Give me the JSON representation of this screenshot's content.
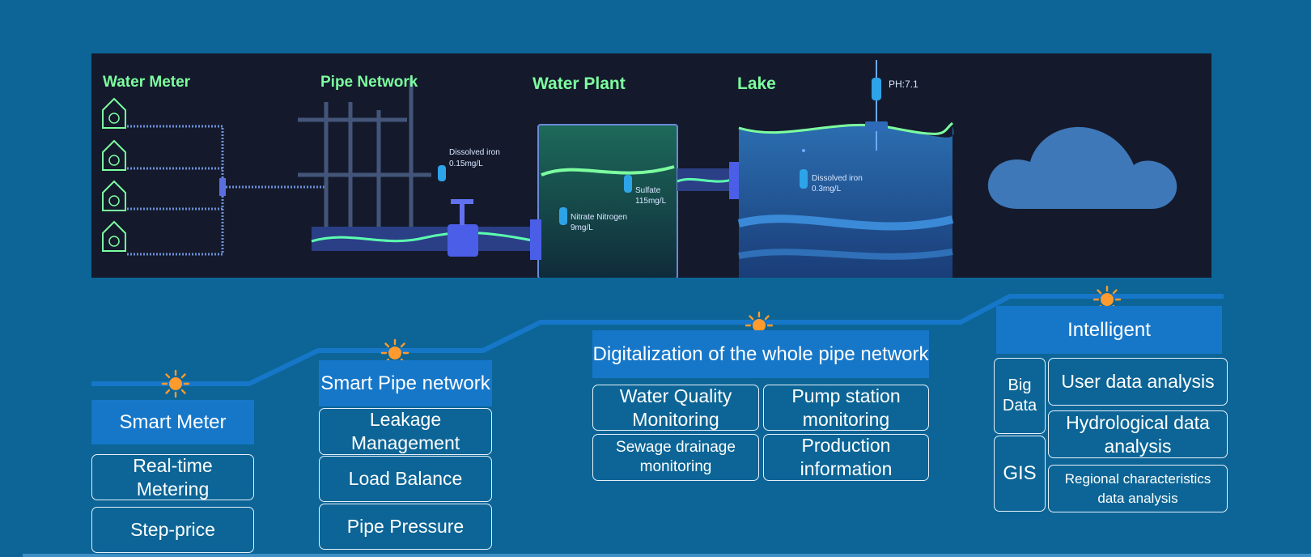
{
  "banner": {
    "labels": {
      "water_meter": "Water Meter",
      "pipe_network": "Pipe Network",
      "water_plant": "Water Plant",
      "lake": "Lake"
    },
    "sensors": {
      "pipe_iron_1": "Dissolved iron",
      "pipe_iron_2": "0.15mg/L",
      "sulfate_1": "Sulfate",
      "sulfate_2": "115mg/L",
      "nitrate_1": "Nitrate Nitrogen",
      "nitrate_2": "9mg/L",
      "lake_iron_1": "Dissolved iron",
      "lake_iron_2": "0.3mg/L",
      "ph": "PH:7.1"
    }
  },
  "stages": {
    "smart_meter": {
      "title": "Smart Meter",
      "items": [
        "Real-time Metering",
        "Step-price"
      ]
    },
    "smart_pipe": {
      "title": "Smart Pipe network",
      "items": [
        "Leakage Management",
        "Load Balance",
        "Pipe Pressure"
      ]
    },
    "digitalization": {
      "title": "Digitalization of the whole pipe network",
      "items": [
        "Water Quality Monitoring",
        "Pump station monitoring",
        "Sewage drainage monitoring",
        "Production information"
      ]
    },
    "intelligent": {
      "title": "Intelligent",
      "groups": [
        "Big Data",
        "GIS"
      ],
      "items": [
        "User data analysis",
        "Hydrological data analysis",
        "Regional characteristics data analysis"
      ]
    }
  },
  "colors": {
    "background": "#0c6596",
    "header_fill": "#1677c9",
    "stair_line": "#1677c9",
    "sun": "#ff9a2e",
    "banner_green": "#7dff9f",
    "cloud": "#3e78b8"
  }
}
